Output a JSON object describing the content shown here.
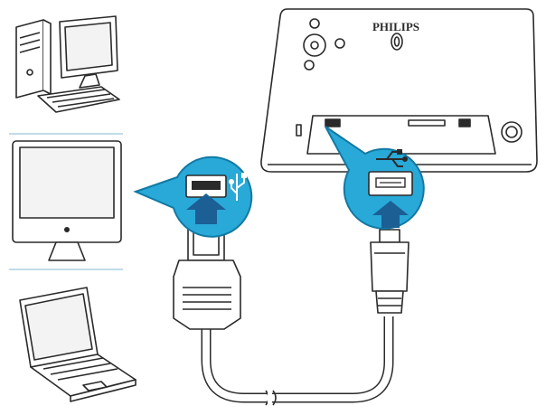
{
  "device": {
    "brand": "PHILIPS"
  },
  "computers": [
    {
      "kind": "desktop-tower-pc"
    },
    {
      "kind": "all-in-one-monitor"
    },
    {
      "kind": "laptop"
    }
  ],
  "callouts": [
    {
      "connector": "usb-type-a-port",
      "symbol": "usb-icon"
    },
    {
      "connector": "usb-mini-port",
      "symbol": "usb-icon"
    }
  ],
  "colors": {
    "callout_fill": "#29a9d8",
    "callout_stroke": "#1279a3",
    "arrow_fill": "#1b5f95",
    "divider": "#9cc6dd",
    "line": "#2a2a2a"
  }
}
